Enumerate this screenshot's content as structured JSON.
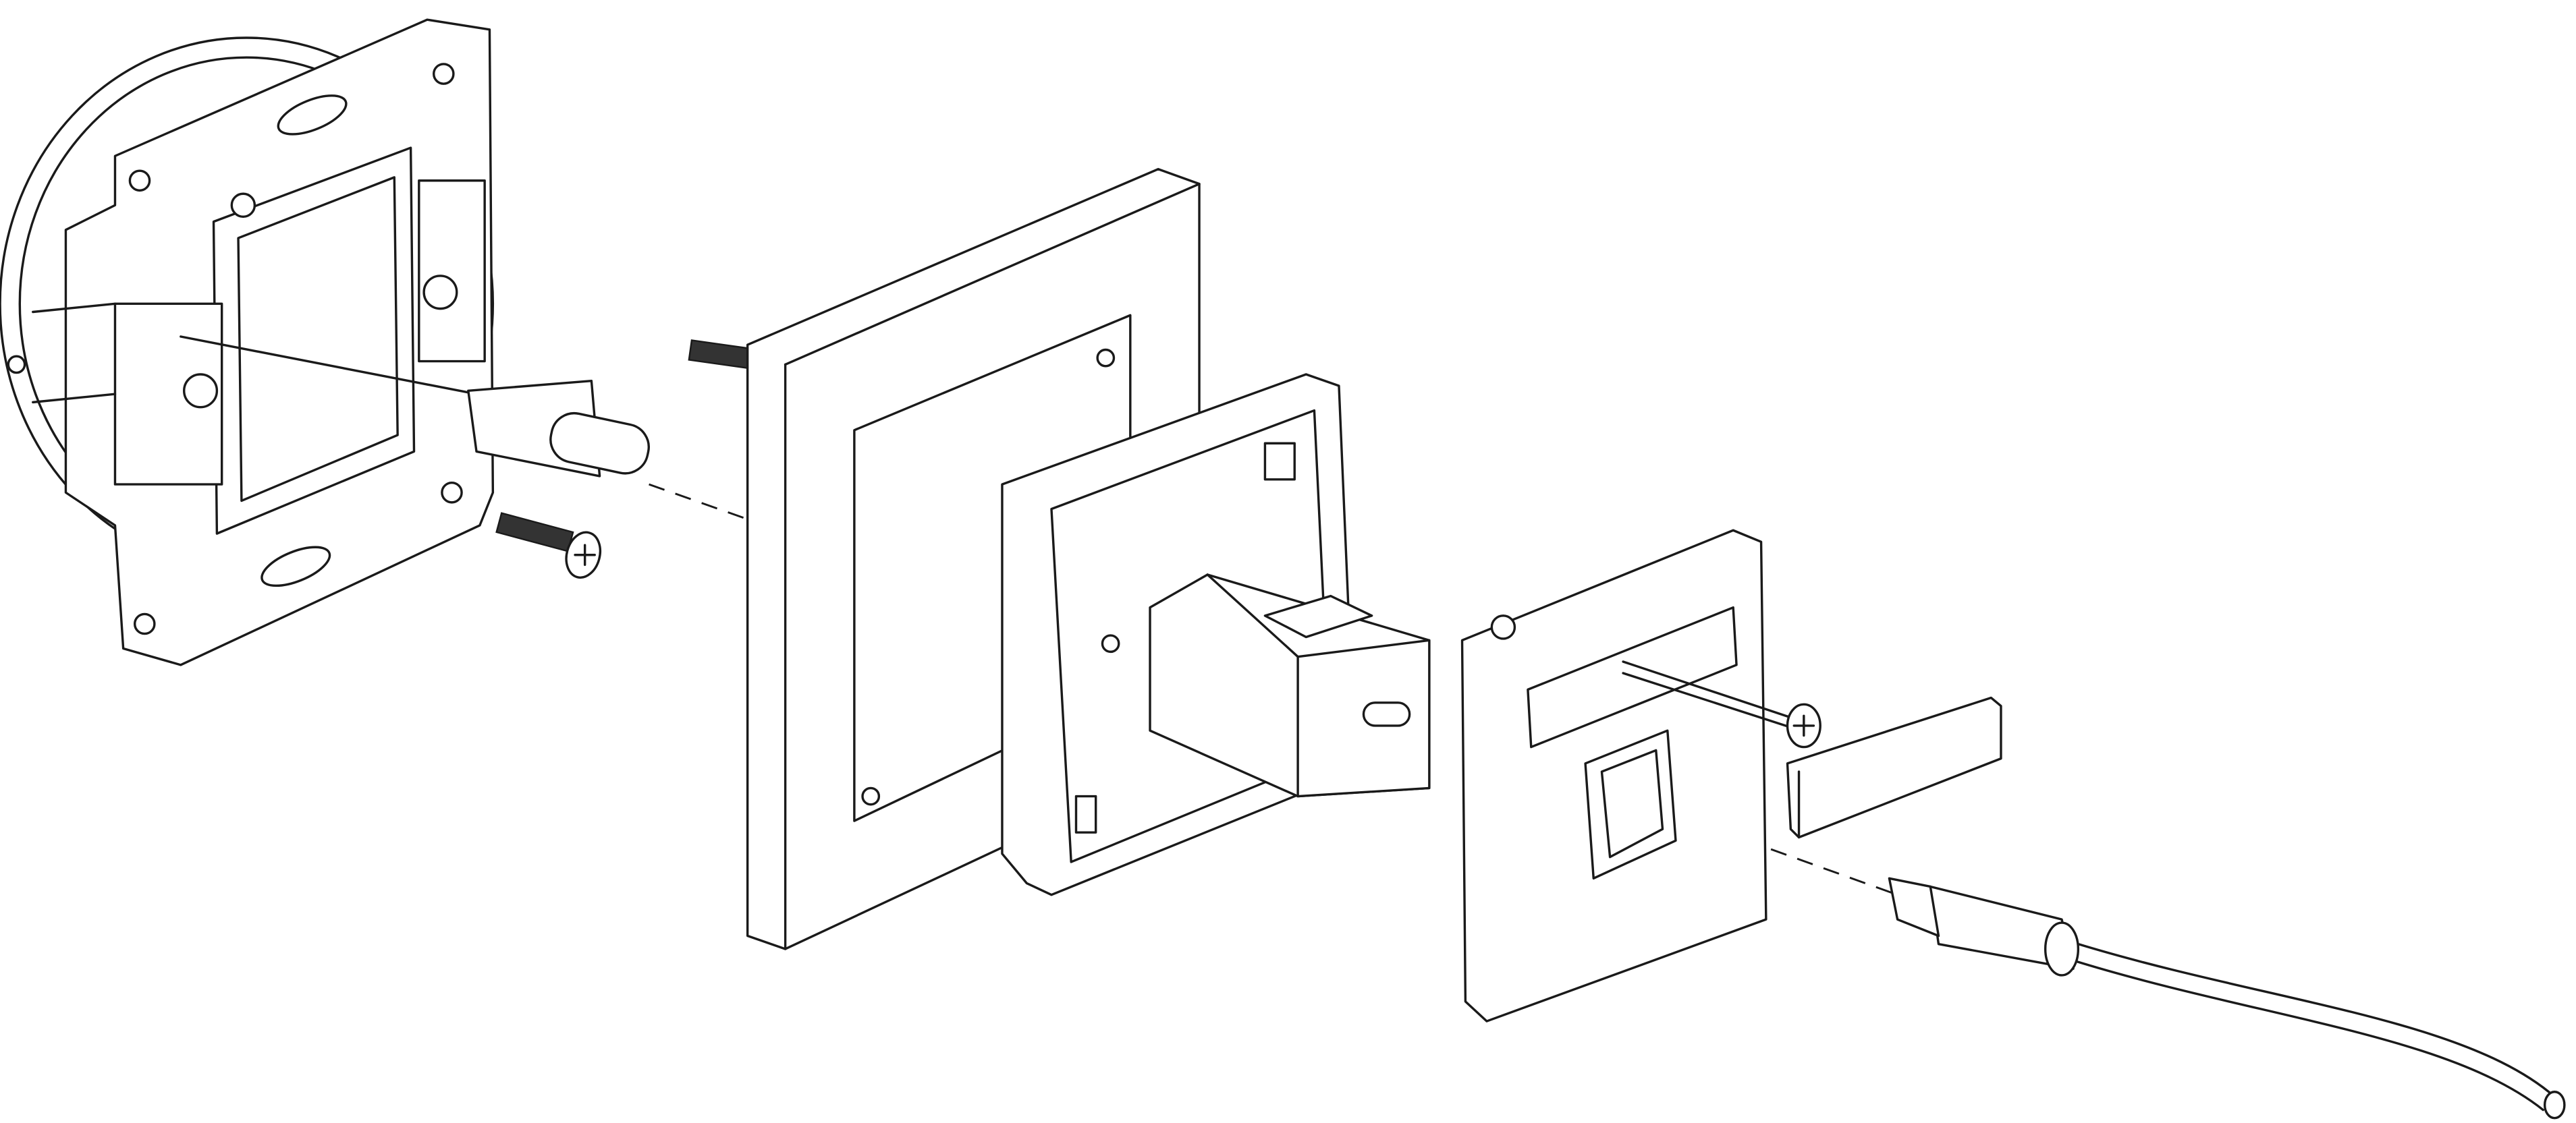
{
  "diagram": {
    "kind": "exploded-assembly",
    "colors": {
      "line": "#1a1a1a",
      "background": "#ffffff"
    },
    "parts": [
      "mounting-frame",
      "mounting-screw",
      "frame-bolt",
      "cover-frame",
      "adapter-frame",
      "usb-c-keystone-module",
      "cover-plate",
      "plate-screw",
      "label-strip",
      "usb-c-cable"
    ]
  }
}
